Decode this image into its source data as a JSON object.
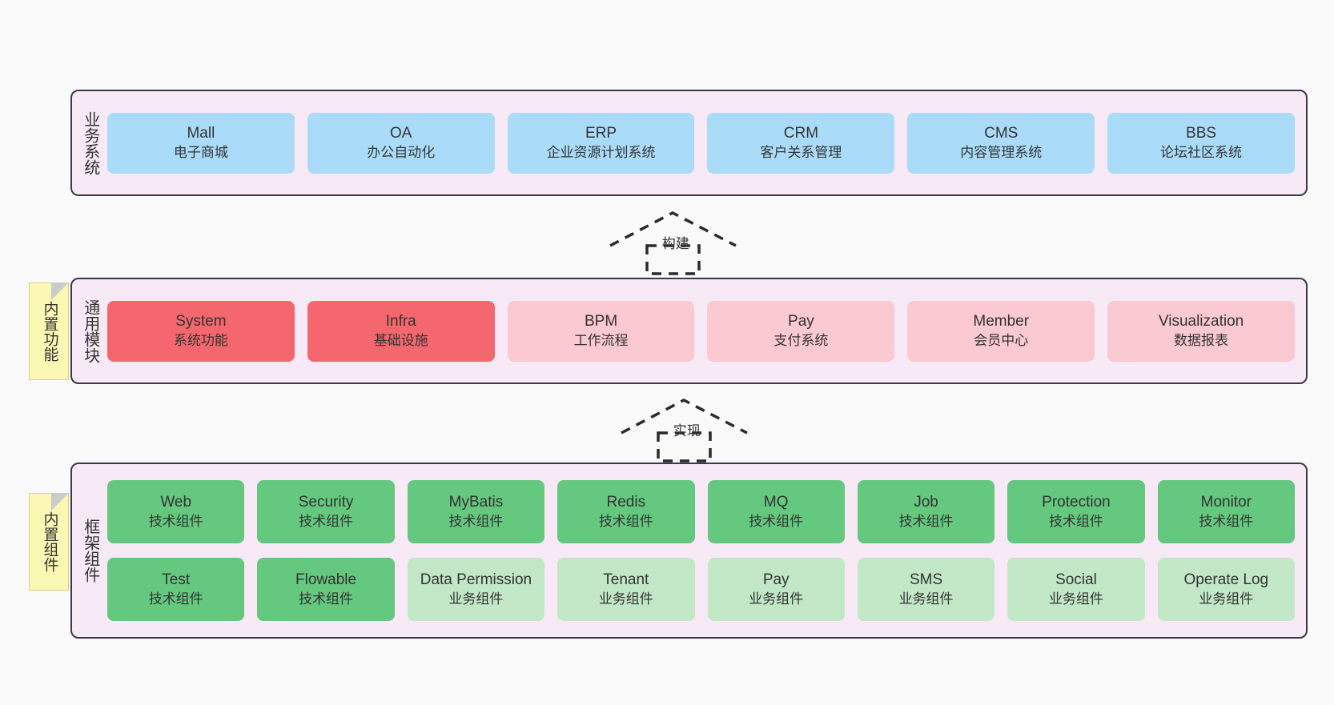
{
  "diagram": {
    "title": "",
    "colors": {
      "panel_background": "#f7e9f5",
      "panel_border": "#3d3846",
      "business_card": "#aadcfa",
      "module_active": "#f4676e",
      "module_inactive": "#fbc9d2",
      "tech_component": "#64c87e",
      "biz_component": "#c2e8c8",
      "note": "#fbf8b4",
      "page_background": "#fafafa"
    }
  },
  "layers": {
    "business": {
      "label": "业务系统",
      "cards": [
        {
          "en": "Mall",
          "cn": "电子商城"
        },
        {
          "en": "OA",
          "cn": "办公自动化"
        },
        {
          "en": "ERP",
          "cn": "企业资源计划系统"
        },
        {
          "en": "CRM",
          "cn": "客户关系管理"
        },
        {
          "en": "CMS",
          "cn": "内容管理系统"
        },
        {
          "en": "BBS",
          "cn": "论坛社区系统"
        }
      ]
    },
    "common": {
      "label": "通用模块",
      "note": "内置功能",
      "cards": [
        {
          "en": "System",
          "cn": "系统功能",
          "tone": "red"
        },
        {
          "en": "Infra",
          "cn": "基础设施",
          "tone": "red"
        },
        {
          "en": "BPM",
          "cn": "工作流程",
          "tone": "pink"
        },
        {
          "en": "Pay",
          "cn": "支付系统",
          "tone": "pink"
        },
        {
          "en": "Member",
          "cn": "会员中心",
          "tone": "pink"
        },
        {
          "en": "Visualization",
          "cn": "数据报表",
          "tone": "pink"
        }
      ]
    },
    "framework": {
      "label": "框架组件",
      "note": "内置组件",
      "row1": [
        {
          "en": "Web",
          "cn": "技术组件",
          "tone": "green"
        },
        {
          "en": "Security",
          "cn": "技术组件",
          "tone": "green"
        },
        {
          "en": "MyBatis",
          "cn": "技术组件",
          "tone": "green"
        },
        {
          "en": "Redis",
          "cn": "技术组件",
          "tone": "green"
        },
        {
          "en": "MQ",
          "cn": "技术组件",
          "tone": "green"
        },
        {
          "en": "Job",
          "cn": "技术组件",
          "tone": "green"
        },
        {
          "en": "Protection",
          "cn": "技术组件",
          "tone": "green"
        },
        {
          "en": "Monitor",
          "cn": "技术组件",
          "tone": "green"
        }
      ],
      "row2": [
        {
          "en": "Test",
          "cn": "技术组件",
          "tone": "green"
        },
        {
          "en": "Flowable",
          "cn": "技术组件",
          "tone": "green"
        },
        {
          "en": "Data Permission",
          "cn": "业务组件",
          "tone": "lightgreen"
        },
        {
          "en": "Tenant",
          "cn": "业务组件",
          "tone": "lightgreen"
        },
        {
          "en": "Pay",
          "cn": "业务组件",
          "tone": "lightgreen"
        },
        {
          "en": "SMS",
          "cn": "业务组件",
          "tone": "lightgreen"
        },
        {
          "en": "Social",
          "cn": "业务组件",
          "tone": "lightgreen"
        },
        {
          "en": "Operate Log",
          "cn": "业务组件",
          "tone": "lightgreen"
        }
      ]
    }
  },
  "connectors": {
    "build": {
      "label": "构建",
      "direction": "up"
    },
    "implement": {
      "label": "实现",
      "direction": "up"
    }
  }
}
